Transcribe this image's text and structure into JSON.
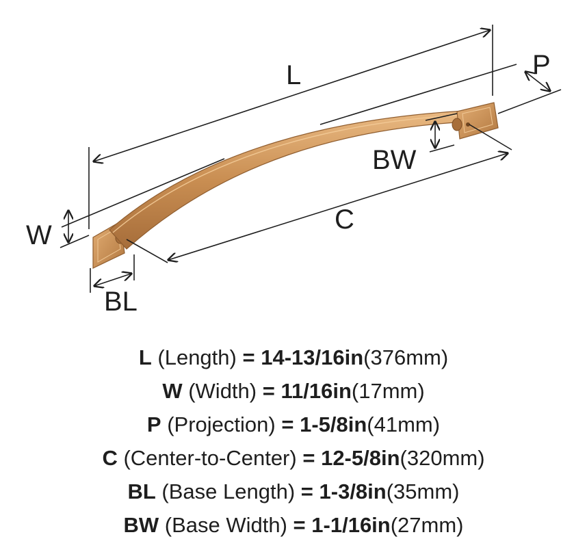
{
  "diagram": {
    "labels": {
      "L": "L",
      "P": "P",
      "BW": "BW",
      "W": "W",
      "C": "C",
      "BL": "BL"
    },
    "colors": {
      "finish": "#c98e52",
      "finish_dark": "#9c6534",
      "finish_light": "#e6b37c",
      "line": "#1e1e1e"
    }
  },
  "specs": [
    {
      "symbol": "L",
      "description": "(Length)",
      "equals": "=",
      "imperial": "14-13/16in",
      "metric": "(376mm)"
    },
    {
      "symbol": "W",
      "description": "(Width)",
      "equals": "=",
      "imperial": "11/16in",
      "metric": "(17mm)"
    },
    {
      "symbol": "P",
      "description": "(Projection)",
      "equals": "=",
      "imperial": "1-5/8in",
      "metric": "(41mm)"
    },
    {
      "symbol": "C",
      "description": "(Center-to-Center)",
      "equals": "=",
      "imperial": "12-5/8in",
      "metric": "(320mm)"
    },
    {
      "symbol": "BL",
      "description": "(Base Length)",
      "equals": "=",
      "imperial": "1-3/8in",
      "metric": "(35mm)"
    },
    {
      "symbol": "BW",
      "description": "(Base Width)",
      "equals": "=",
      "imperial": "1-1/16in",
      "metric": "(27mm)"
    }
  ]
}
